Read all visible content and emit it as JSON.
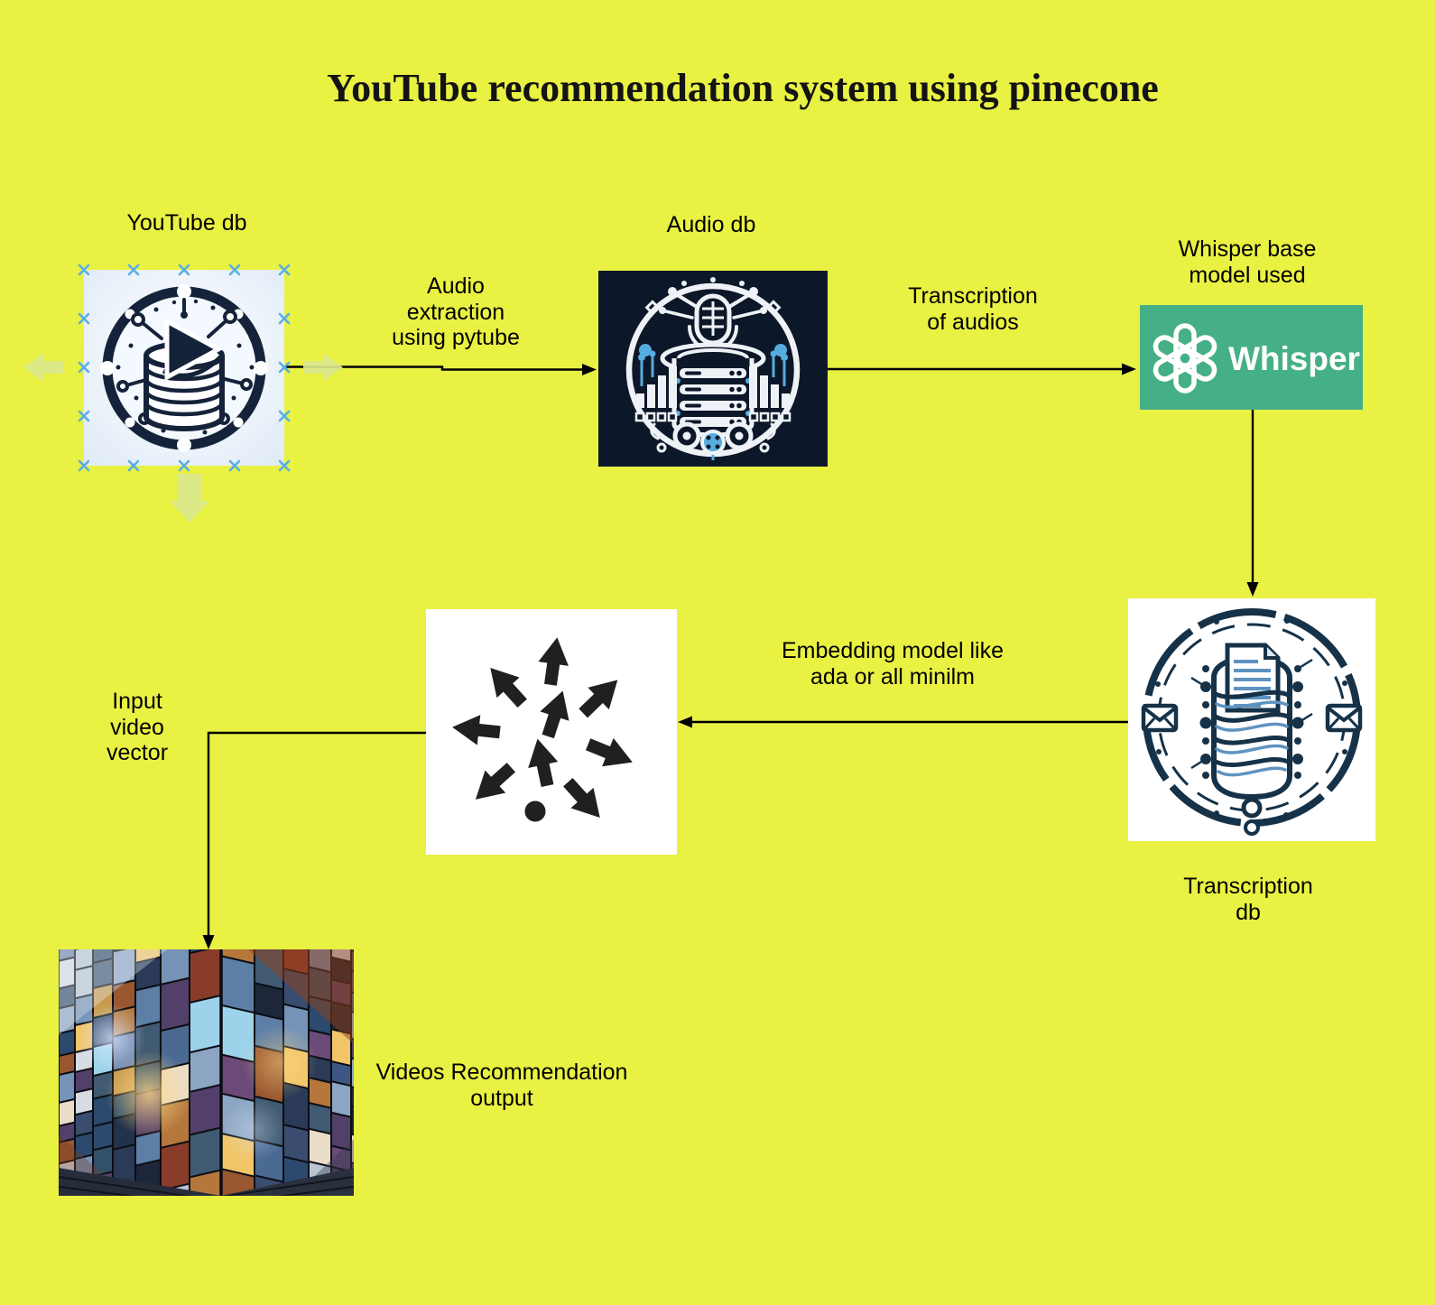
{
  "title": "YouTube recommendation system using pinecone",
  "nodes": {
    "youtube_db": {
      "label": "YouTube db"
    },
    "audio_db": {
      "label": "Audio db"
    },
    "whisper": {
      "label": "Whisper base\nmodel used",
      "logo_text": "Whisper"
    },
    "transcription_db": {
      "label": "Transcription\ndb"
    },
    "videos_output": {
      "label": "Videos Recommendation\noutput"
    }
  },
  "edges": {
    "audio_extraction": {
      "label": "Audio\nextraction\nusing pytube"
    },
    "transcription": {
      "label": "Transcription\nof audios"
    },
    "embedding": {
      "label": "Embedding model like\nada or all minilm"
    },
    "input_vector": {
      "label": "Input\nvideo\nvector"
    }
  },
  "icons": {
    "youtube_db_icon": "database-cylinder-with-play-button-in-network-ring",
    "audio_db_icon": "microphone-database-equalizer-emblem",
    "openai_icon": "openai-knot-logo",
    "transcription_db_icon": "document-scroll-database-emblem",
    "vector_icon": "scatter-of-direction-arrows",
    "videos_mosaic": "3d-corner-collage-of-video-thumbnails"
  },
  "colors": {
    "background": "#e9f143",
    "whisper_green": "#45b086",
    "connector_black": "#000000",
    "selection_handle_blue": "#58aee6",
    "hover_arrow_green": "#dbe98f",
    "icon_navy": "#15233a",
    "audio_bg_navy": "#0c1829",
    "transcription_navy": "#153248",
    "accent_blue": "#57acdf"
  }
}
